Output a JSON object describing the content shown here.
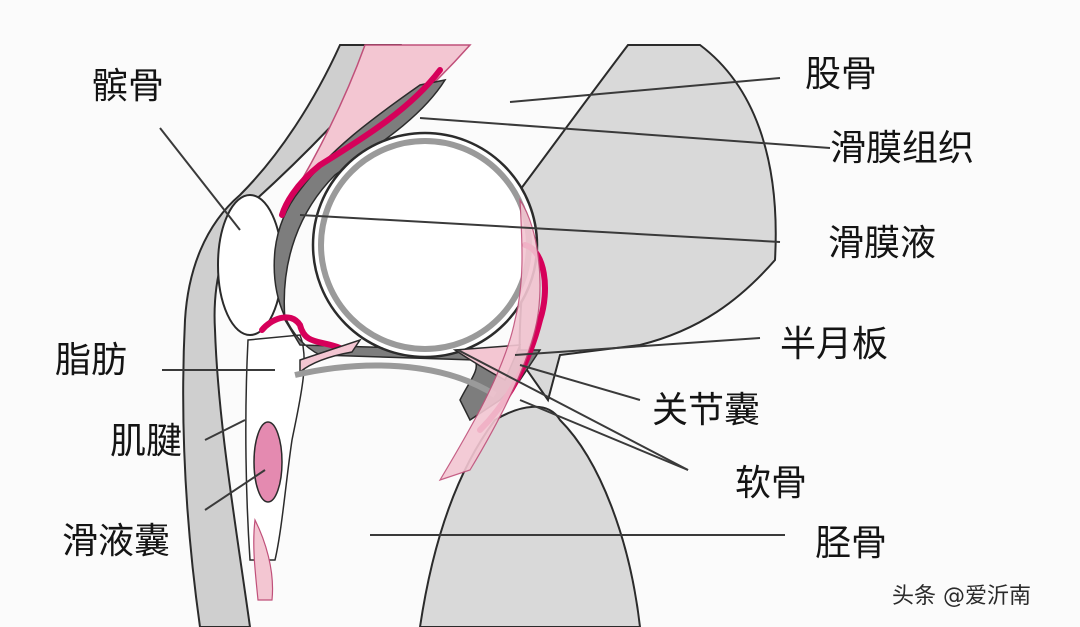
{
  "labels": {
    "patella": "髌骨",
    "femur": "股骨",
    "synovial_tissue": "滑膜组织",
    "synovial_fluid": "滑膜液",
    "fat": "脂肪",
    "meniscus": "半月板",
    "joint_capsule": "关节囊",
    "tendon": "肌腱",
    "cartilage": "软骨",
    "bursa": "滑液囊",
    "tibia": "胫骨"
  },
  "watermark": "头条 @爱沂南",
  "colors": {
    "bone": "#d9d9d9",
    "bone_outline": "#2b2b2b",
    "synovial_membrane": "#d6005a",
    "synovial_fluid": "#7d7d7d",
    "soft_tissue_pink": "#f3c6d2",
    "tendon_gray": "#cfcfcf",
    "label_text": "#141414"
  }
}
